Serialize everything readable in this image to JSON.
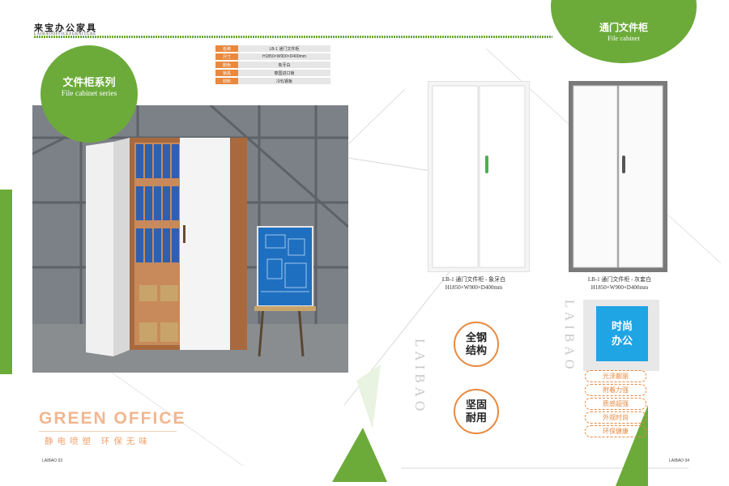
{
  "header": {
    "brand_cn": "来宝办公家具",
    "brand_en": "LAIBAOOFFICEFURNITURE"
  },
  "series": {
    "title_cn": "文件柜系列",
    "title_en": "File cabinet series"
  },
  "cabinet": {
    "title_cn": "通门文件柜",
    "title_en": "File cabinet"
  },
  "specs": [
    {
      "label": "名称",
      "value": "LB-1 通门文件柜"
    },
    {
      "label": "尺寸",
      "value": "H1850×W900×D400mm"
    },
    {
      "label": "颜色",
      "value": "象牙白"
    },
    {
      "label": "锁具",
      "value": "泰国进口锁"
    },
    {
      "label": "材料",
      "value": "冷轧钢板"
    }
  ],
  "products": [
    {
      "name": "LB-1 通门文件柜 - 象牙白",
      "size": "H1850×W900×D400mm",
      "handle_color": "#4caf50",
      "body_color": "#ffffff"
    },
    {
      "name": "LB-1 通门文件柜 - 灰套白",
      "size": "H1850×W900×D400mm",
      "handle_color": "#555555",
      "body_color": "#7a7a7a"
    }
  ],
  "vertical_text": [
    "LAIBAO",
    "LAIBAO"
  ],
  "features": [
    "全钢\n结构",
    "坚固\n耐用"
  ],
  "badge": "时尚\n办公",
  "feature_list": [
    "光泽靓丽",
    "附着力强",
    "质感超强",
    "外观时尚",
    "环保健康"
  ],
  "green_office": {
    "title": "GREEN OFFICE",
    "subtitle": "静电喷塑 环保无味"
  },
  "footers": {
    "left": "LAIBAO 03",
    "right": "LAIBAO 04"
  },
  "colors": {
    "accent_green": "#6cab3a",
    "accent_orange": "#e8893f",
    "badge_blue": "#1fa4e4"
  }
}
